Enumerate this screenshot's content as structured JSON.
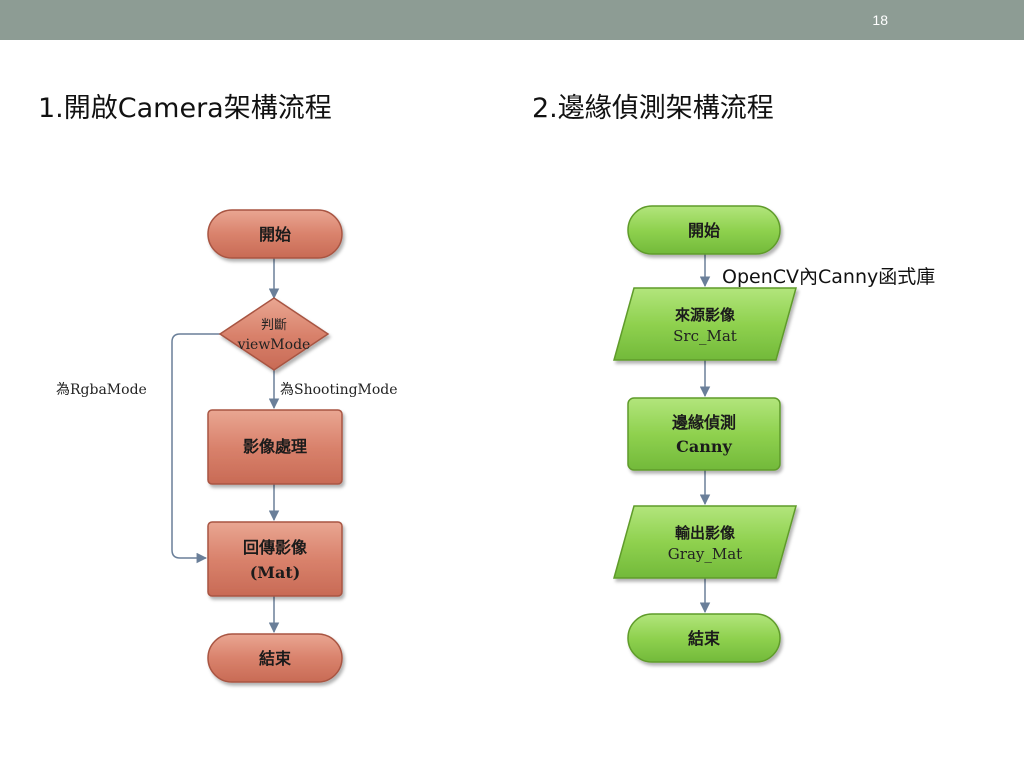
{
  "slide": {
    "page_number": "18"
  },
  "titles": {
    "left": "1.開啟Camera架構流程",
    "right": "2.邊緣偵測架構流程"
  },
  "left_flow": {
    "start": "開始",
    "decision_line1": "判斷",
    "decision_line2": "viewMode",
    "branch_rgba": "為RgbaMode",
    "branch_shooting": "為ShootingMode",
    "process": "影像處理",
    "return_line1": "回傳影像",
    "return_line2": "(Mat)",
    "end": "結束",
    "colors": {
      "fill": "#d9836d",
      "stroke": "#a85442",
      "arrow": "#6a7f99"
    }
  },
  "right_flow": {
    "start": "開始",
    "library_note": "OpenCV內Canny函式庫",
    "input_line1": "來源影像",
    "input_line2": "Src_Mat",
    "process_line1": "邊緣偵測",
    "process_line2": "Canny",
    "output_line1": "輸出影像",
    "output_line2": "Gray_Mat",
    "end": "結束",
    "colors": {
      "fill": "#8fd14f",
      "stroke": "#5f9b2a",
      "arrow": "#6a7f99"
    }
  }
}
